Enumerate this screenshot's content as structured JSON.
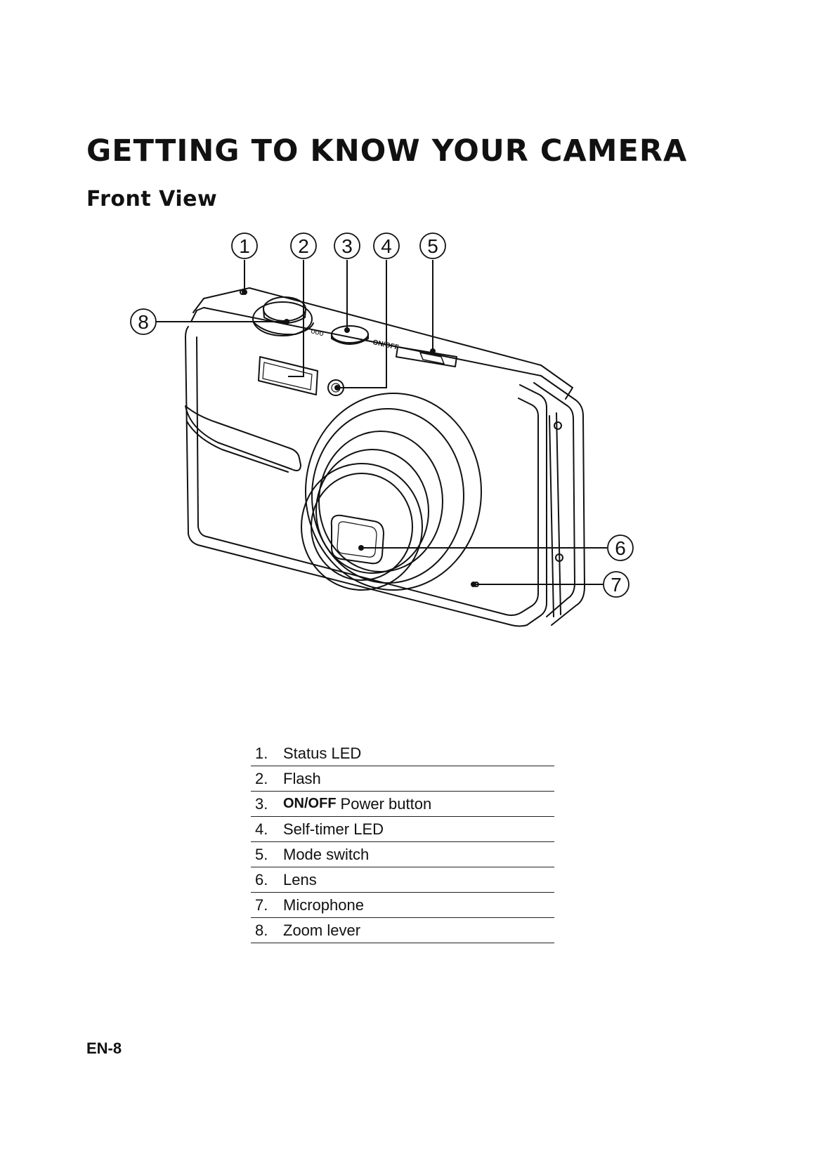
{
  "page": {
    "title": "GETTING TO KNOW YOUR CAMERA",
    "subtitle": "Front View",
    "page_number": "EN-8"
  },
  "figure": {
    "callouts": [
      "1",
      "2",
      "3",
      "4",
      "5",
      "6",
      "7",
      "8"
    ],
    "body_text": {
      "power": "ON/OFF",
      "zoom_marks": "ooo"
    }
  },
  "legend": {
    "items": [
      {
        "num": "1.",
        "bold": "",
        "text": "Status LED"
      },
      {
        "num": "2.",
        "bold": "",
        "text": "Flash"
      },
      {
        "num": "3.",
        "bold": "ON/OFF",
        "text": "Power button"
      },
      {
        "num": "4.",
        "bold": "",
        "text": "Self-timer LED"
      },
      {
        "num": "5.",
        "bold": "",
        "text": "Mode switch"
      },
      {
        "num": "6.",
        "bold": "",
        "text": "Lens"
      },
      {
        "num": "7.",
        "bold": "",
        "text": "Microphone"
      },
      {
        "num": "8.",
        "bold": "",
        "text": "Zoom lever"
      }
    ]
  }
}
